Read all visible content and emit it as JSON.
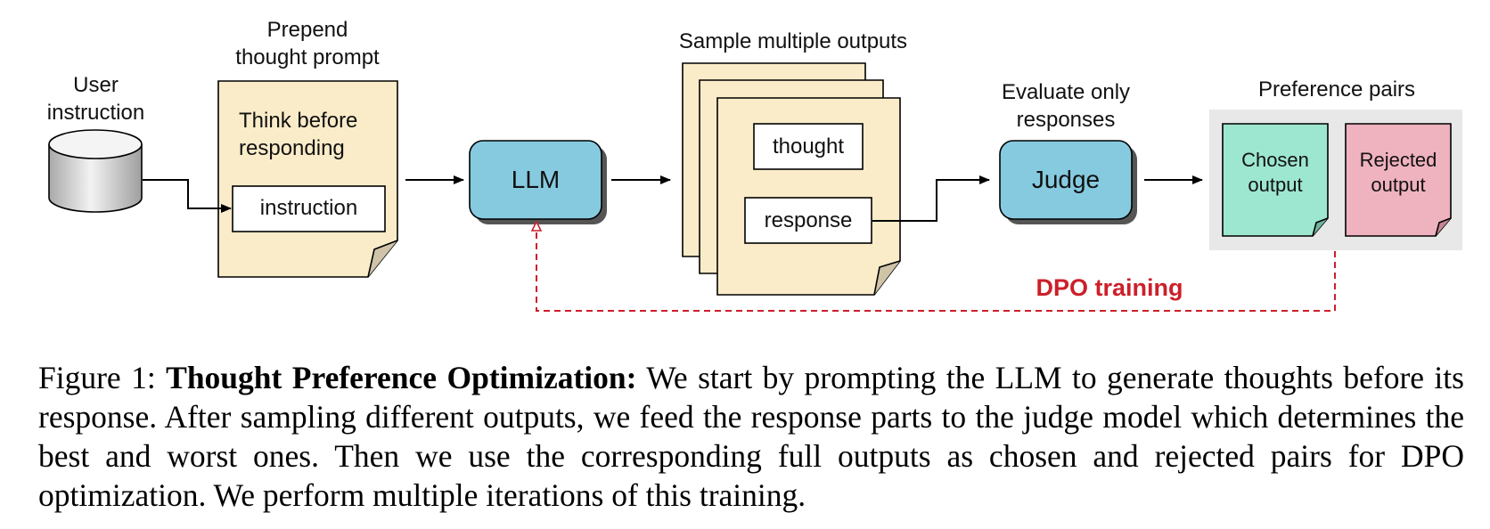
{
  "diagram": {
    "user_instruction_label": "User\ninstruction",
    "prepend_label": "Prepend\nthought prompt",
    "think_text": "Think before\nresponding",
    "instruction_box": "instruction",
    "llm_box": "LLM",
    "sample_label": "Sample multiple outputs",
    "thought_box": "thought",
    "response_box": "response",
    "evaluate_label": "Evaluate only\nresponses",
    "judge_box": "Judge",
    "pairs_label": "Preference pairs",
    "chosen_text": "Chosen\noutput",
    "rejected_text": "Rejected\noutput",
    "dpo_label": "DPO training",
    "colors": {
      "doc_fill": "#faecc9",
      "node_fill": "#86cae0",
      "chosen_fill": "#9de6cf",
      "rejected_fill": "#efb2bf",
      "pair_bg": "#e8e8e8",
      "dpo_red": "#cc1f2a"
    },
    "icons": [
      "database-icon",
      "document-icon",
      "arrow-icon"
    ]
  },
  "caption": {
    "prefix": "Figure 1: ",
    "title": "Thought Preference Optimization:",
    "body": " We start by prompting the LLM to generate thoughts before its response. After sampling different outputs, we feed the response parts to the judge model which determines the best and worst ones.  Then we use the corresponding full outputs as chosen and rejected pairs for DPO optimization. We perform multiple iterations of this training."
  }
}
